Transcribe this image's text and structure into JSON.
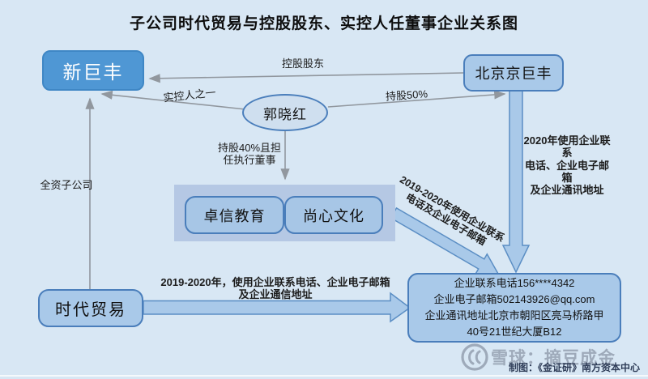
{
  "title": "子公司时代贸易与控股股东、实控人任董事企业关系图",
  "nodes": {
    "xinjufeng": {
      "label": "新巨丰"
    },
    "beijing_jingjufeng": {
      "label": "北京京巨丰"
    },
    "guo_xiaohong": {
      "label": "郭晓红"
    },
    "zhuoxin_edu": {
      "label": "卓信教育"
    },
    "shangxin_culture": {
      "label": "尚心文化"
    },
    "shidai_trade": {
      "label": "时代贸易"
    },
    "contact_info": {
      "lines": [
        "企业联系电话156****4342",
        "企业电子邮箱502143926@qq.com",
        "企业通讯地址北京市朝阳区亮马桥路甲",
        "40号21世纪大厦B12"
      ]
    }
  },
  "edges": {
    "controlling_shareholder": {
      "label": "控股股东"
    },
    "actual_controller": {
      "label": "实控人之一"
    },
    "stake_50": {
      "label": "持股50%"
    },
    "stake_40_director": {
      "lines": [
        "持股40%且担",
        "任执行董事"
      ]
    },
    "wholly_owned_subsidiary": {
      "label": "全资子公司"
    },
    "use_2020": {
      "lines": [
        "2020年使用企业联系",
        "电话、企业电子邮箱",
        "及企业通讯地址"
      ]
    },
    "use_2019_2020_horizontal": {
      "lines": [
        "2019-2020年，使用企业联系电话、企业电子邮箱",
        "及企业通信地址"
      ]
    },
    "use_2019_2020_diagonal": {
      "lines": [
        "2019-2020年使用企业联系",
        "电话及企业电子邮箱"
      ]
    }
  },
  "watermark": {
    "logo": "xueqiu-logo",
    "text": "雪球：摘豆成金",
    "caption": "制图：《金证研》南方资本中心"
  },
  "colors": {
    "background": "#d8e7f4",
    "primary_node_fill": "#4f97d4",
    "secondary_node_fill": "#a9c9e9",
    "node_border": "#4a7ebb",
    "group_fill": "#b5c8e4",
    "ellipse_fill": "#cfdfef",
    "connector_gray": "#91979e",
    "block_arrow_fill": "#a9c9e9",
    "block_arrow_border": "#5b8ec4"
  }
}
